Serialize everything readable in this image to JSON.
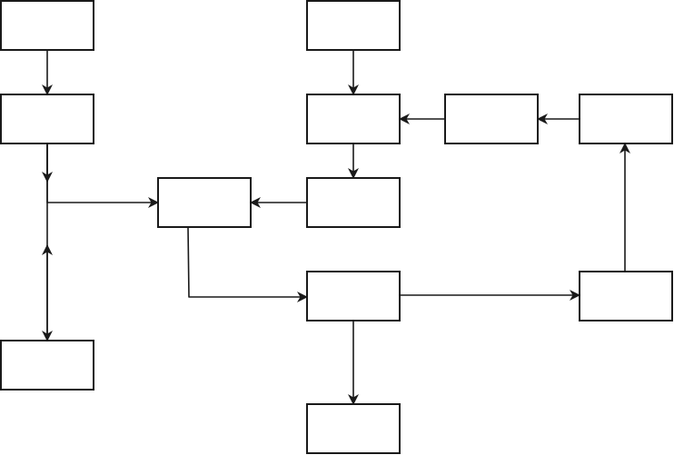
{
  "diagram": {
    "stroke_color": "#1a1a1a",
    "background": "#ffffff",
    "nodes": [
      {
        "id": "n1",
        "label": ""
      },
      {
        "id": "n2",
        "label": ""
      },
      {
        "id": "n3",
        "label": ""
      },
      {
        "id": "n4",
        "label": ""
      },
      {
        "id": "n5",
        "label": ""
      },
      {
        "id": "n6",
        "label": ""
      },
      {
        "id": "n7",
        "label": ""
      },
      {
        "id": "n8",
        "label": ""
      },
      {
        "id": "n9",
        "label": ""
      },
      {
        "id": "n10",
        "label": ""
      },
      {
        "id": "n11",
        "label": ""
      },
      {
        "id": "n12",
        "label": ""
      }
    ],
    "edges": [
      {
        "from": "n1",
        "to": "n2"
      },
      {
        "from": "n2",
        "to": "n6"
      },
      {
        "from": "n2",
        "to": "n12"
      },
      {
        "from": "n12",
        "to": "n2"
      },
      {
        "from": "n3",
        "to": "n4"
      },
      {
        "from": "n4",
        "to": "n7"
      },
      {
        "from": "n5",
        "to": "n4"
      },
      {
        "from": "n11",
        "to": "n5"
      },
      {
        "from": "n7",
        "to": "n6"
      },
      {
        "from": "n6",
        "to": "n8"
      },
      {
        "from": "n8",
        "to": "n10"
      },
      {
        "from": "n8",
        "to": "n9"
      },
      {
        "from": "n10",
        "to": "n11"
      }
    ]
  }
}
